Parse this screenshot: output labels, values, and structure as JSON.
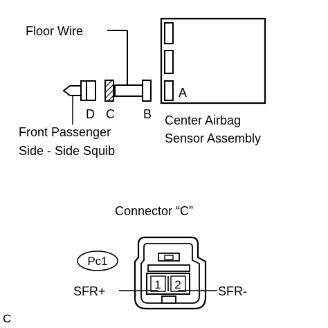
{
  "labels": {
    "floor_wire": "Floor Wire",
    "connector_a": "A",
    "connector_b": "B",
    "connector_c": "C",
    "connector_d": "D",
    "center_airbag_line1": "Center Airbag",
    "center_airbag_line2": "Sensor Assembly",
    "front_passenger_line1": "Front Passenger",
    "front_passenger_line2": "Side - Side Squib",
    "connector_title": "Connector “C”",
    "connector_code": "Pc1",
    "pin1": "1",
    "pin2": "2",
    "sfr_plus": "SFR+",
    "sfr_minus": "SFR-",
    "figure_letter": "C"
  }
}
